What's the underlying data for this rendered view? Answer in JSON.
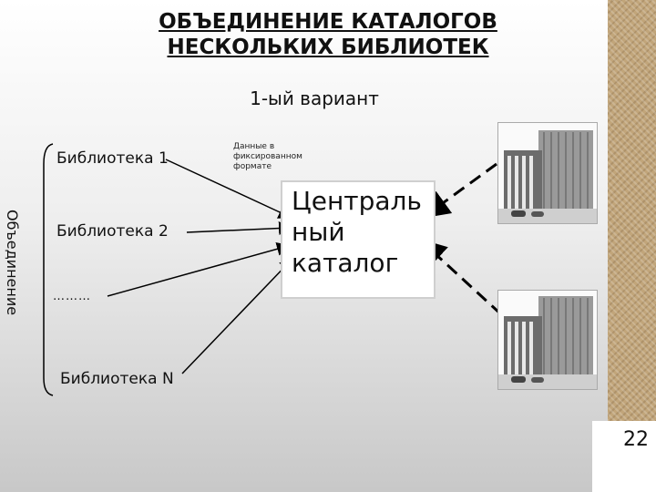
{
  "title": {
    "line1": "ОБЪЕДИНЕНИЕ КАТАЛОГОВ ",
    "line2": "НЕСКОЛЬКИХ БИБЛИОТЕК"
  },
  "variant": "1-ый вариант",
  "libraries": [
    "Библиотека 1",
    "Библиотека 2",
    "………",
    "Библиотека N"
  ],
  "union_label": "Объединение",
  "fixed_format_note": "Данные в фиксированном формате",
  "central_catalog": "Централь\nный\nкаталог",
  "page_number": "22",
  "colors": {
    "side_bar": "#c1a57a",
    "background_bottom": "#c8c8c8"
  }
}
